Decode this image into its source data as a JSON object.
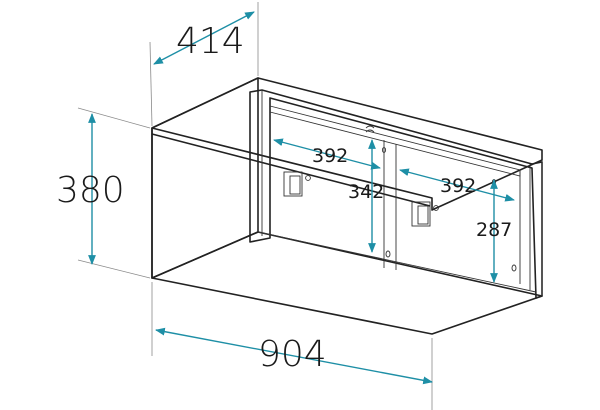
{
  "dimensions": {
    "depth": "414",
    "height": "380",
    "width": "904",
    "shelf_width_left": "392",
    "shelf_width_right": "392",
    "inner_height_left": "342",
    "inner_height_right": "287"
  },
  "colors": {
    "accent": "#1e8fa6",
    "outline": "#222222",
    "background": "#ffffff"
  }
}
